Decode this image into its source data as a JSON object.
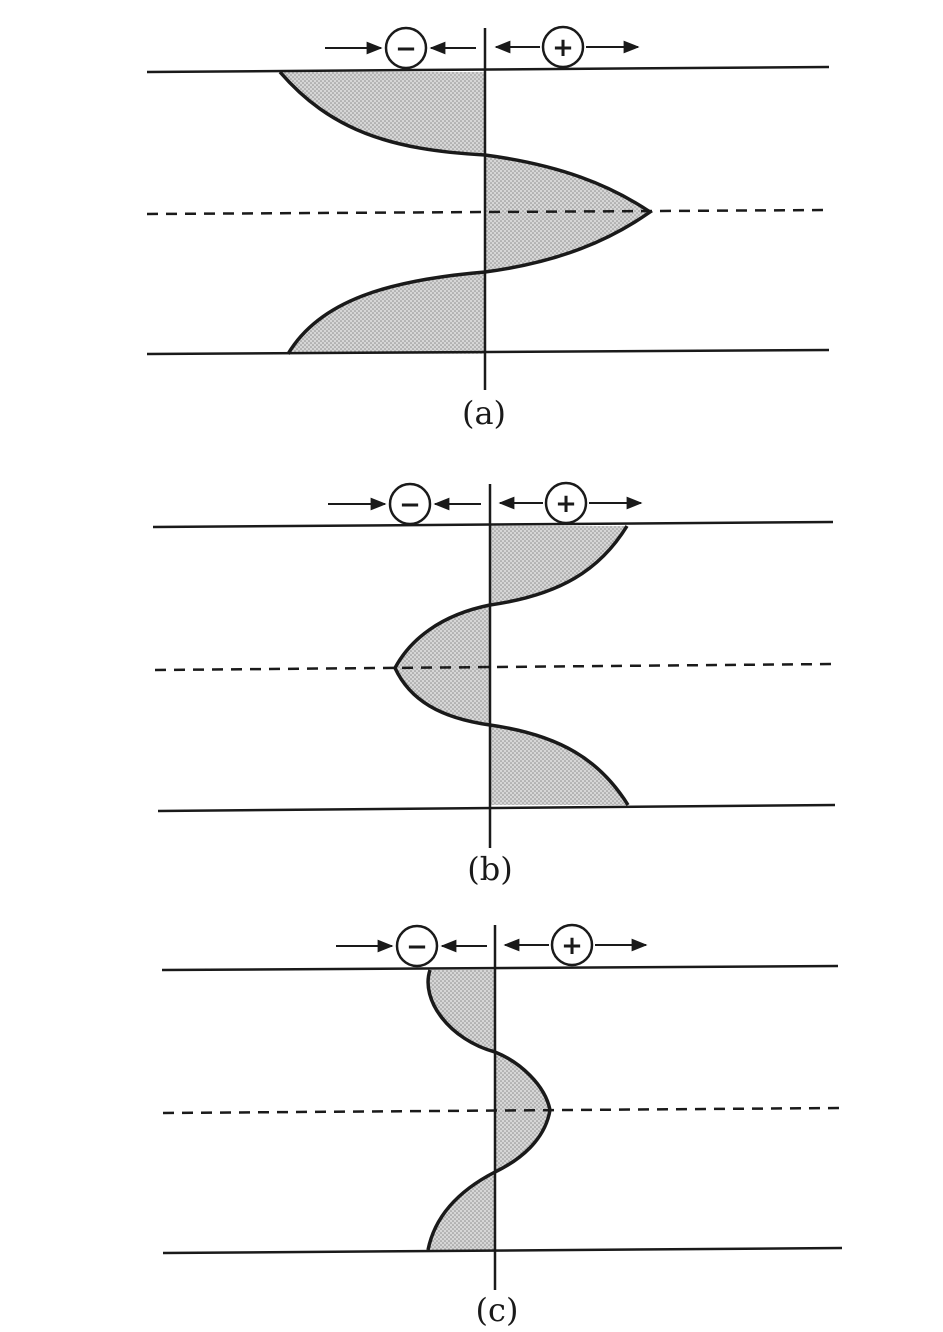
{
  "figure": {
    "panels": [
      {
        "label": "(a)",
        "negative_sign": "−",
        "positive_sign": "+"
      },
      {
        "label": "(b)",
        "negative_sign": "−",
        "positive_sign": "+"
      },
      {
        "label": "(c)",
        "negative_sign": "−",
        "positive_sign": "+"
      }
    ]
  },
  "colors": {
    "ink": "#1a1a1a",
    "shading": "#c9c9c9",
    "background": "#ffffff"
  }
}
